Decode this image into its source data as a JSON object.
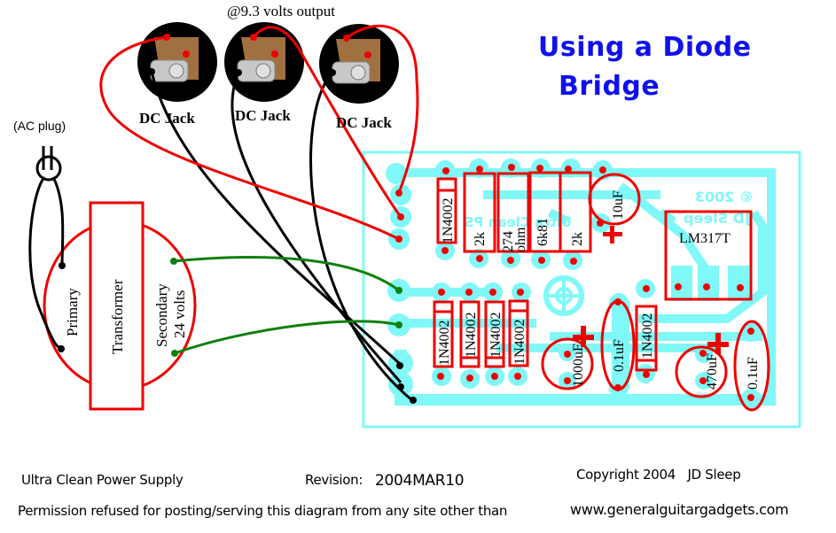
{
  "title": {
    "line1": "Using a Diode",
    "line2": "Bridge"
  },
  "labels": {
    "output_note": "@9.3 volts output",
    "ac_plug": "(AC plug)",
    "dc_jacks": [
      "DC Jack",
      "DC Jack",
      "DC Jack"
    ],
    "transformer": "Transformer",
    "primary": "Primary",
    "secondary": "Secondary",
    "secondary_voltage": "24 volts"
  },
  "board": {
    "mirror_text": [
      "© 2003",
      "JD Sleep",
      "Ultra Clean PS"
    ],
    "components_top_row": [
      {
        "type": "diode",
        "label": "1N4002"
      },
      {
        "type": "resistor",
        "label": "2k"
      },
      {
        "type": "resistor",
        "label": "274\nohm"
      },
      {
        "type": "resistor",
        "label": "6k81"
      },
      {
        "type": "resistor",
        "label": "2k"
      },
      {
        "type": "capacitor",
        "label": "10uF",
        "polarized": true
      }
    ],
    "bridge_diodes": [
      "1N4002",
      "1N4002",
      "1N4002",
      "1N4002"
    ],
    "components_bottom": [
      {
        "type": "capacitor",
        "label": "1000uF",
        "polarized": true
      },
      {
        "type": "capacitor",
        "label": "0.1uF",
        "polarized": false
      },
      {
        "type": "diode",
        "label": "1N4002"
      },
      {
        "type": "capacitor",
        "label": "470uF",
        "polarized": true
      },
      {
        "type": "capacitor",
        "label": "0.1uF",
        "polarized": false
      }
    ],
    "regulator": "LM317T"
  },
  "footer": {
    "project": "Ultra Clean Power Supply",
    "revision_label": "Revision:",
    "revision": "2004MAR10",
    "copyright": "Copyright 2004   JD Sleep",
    "permission": "Permission refused for posting/serving this diagram from any site other than",
    "website": "www.generalguitargadgets.com"
  },
  "colors": {
    "title": "#1010ee",
    "trace": "#80f8f8",
    "component": "#ee0000",
    "wire_red": "#ee0000",
    "wire_green": "#108010",
    "wire_black": "#000000"
  }
}
